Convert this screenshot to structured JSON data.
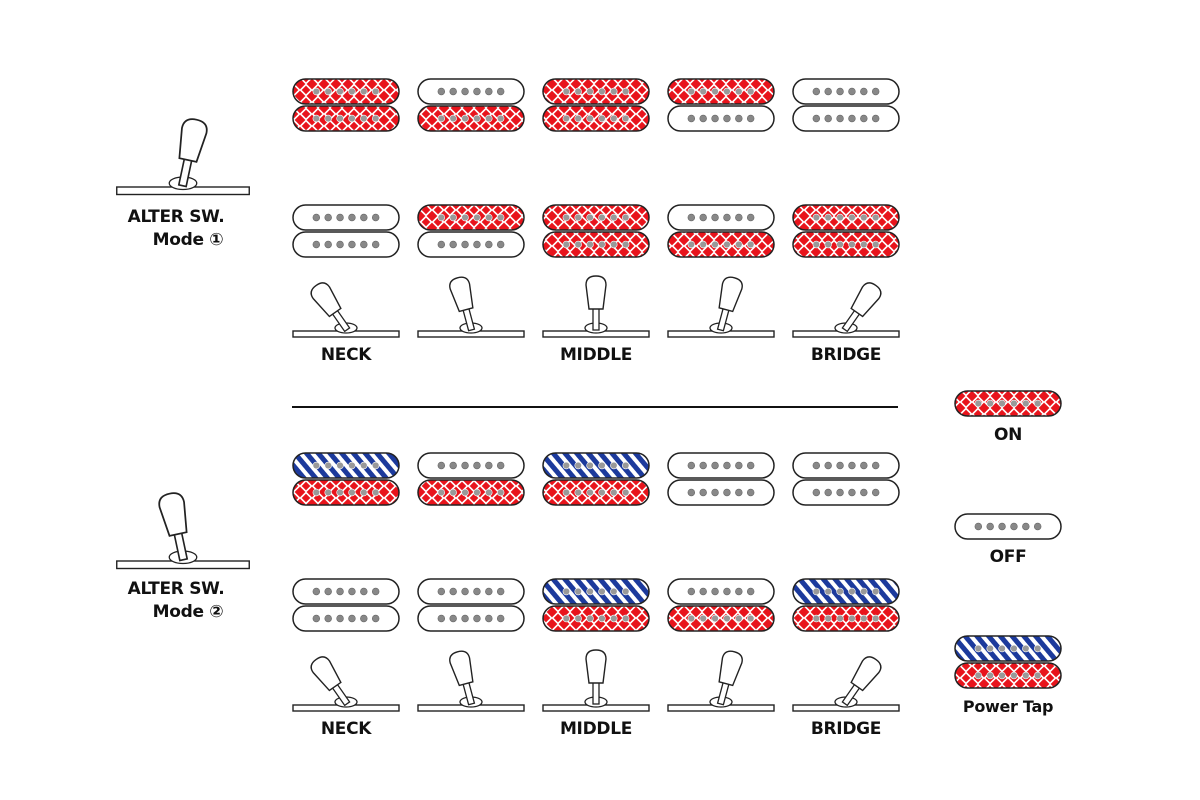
{
  "colors": {
    "on": "#e8141c",
    "tap": "#1c3a9c",
    "outline": "#222222",
    "pole_on": "#999999",
    "pole_off": "#888888",
    "text": "#111111"
  },
  "icons": {
    "switch": "toggle-switch-icon",
    "pickup": "humbucker-pickup-icon"
  },
  "modes": [
    {
      "label_line1": "ALTER SW.",
      "label_line2": "Mode ①",
      "positions": [
        {
          "label": "NECK",
          "switch_angle": -35,
          "upper": {
            "top": "on",
            "bottom": "on"
          },
          "lower": {
            "top": "off",
            "bottom": "off"
          }
        },
        {
          "label": "",
          "switch_angle": -15,
          "upper": {
            "top": "off",
            "bottom": "on"
          },
          "lower": {
            "top": "on",
            "bottom": "off"
          }
        },
        {
          "label": "MIDDLE",
          "switch_angle": 0,
          "upper": {
            "top": "on",
            "bottom": "on"
          },
          "lower": {
            "top": "on",
            "bottom": "on"
          }
        },
        {
          "label": "",
          "switch_angle": 15,
          "upper": {
            "top": "on",
            "bottom": "off"
          },
          "lower": {
            "top": "off",
            "bottom": "on"
          }
        },
        {
          "label": "BRIDGE",
          "switch_angle": 35,
          "upper": {
            "top": "off",
            "bottom": "off"
          },
          "lower": {
            "top": "on",
            "bottom": "on"
          }
        }
      ]
    },
    {
      "label_line1": "ALTER SW.",
      "label_line2": "Mode ②",
      "positions": [
        {
          "label": "NECK",
          "switch_angle": -35,
          "upper": {
            "top": "tap",
            "bottom": "on"
          },
          "lower": {
            "top": "off",
            "bottom": "off"
          }
        },
        {
          "label": "",
          "switch_angle": -15,
          "upper": {
            "top": "off",
            "bottom": "on"
          },
          "lower": {
            "top": "off",
            "bottom": "off"
          }
        },
        {
          "label": "MIDDLE",
          "switch_angle": 0,
          "upper": {
            "top": "tap",
            "bottom": "on"
          },
          "lower": {
            "top": "tap",
            "bottom": "on"
          }
        },
        {
          "label": "",
          "switch_angle": 15,
          "upper": {
            "top": "off",
            "bottom": "off"
          },
          "lower": {
            "top": "off",
            "bottom": "on"
          }
        },
        {
          "label": "BRIDGE",
          "switch_angle": 35,
          "upper": {
            "top": "off",
            "bottom": "off"
          },
          "lower": {
            "top": "tap",
            "bottom": "on"
          }
        }
      ]
    }
  ],
  "legend": [
    {
      "label": "ON",
      "state": "on"
    },
    {
      "label": "OFF",
      "state": "off"
    },
    {
      "label": "Power Tap",
      "state": "powertap"
    }
  ]
}
